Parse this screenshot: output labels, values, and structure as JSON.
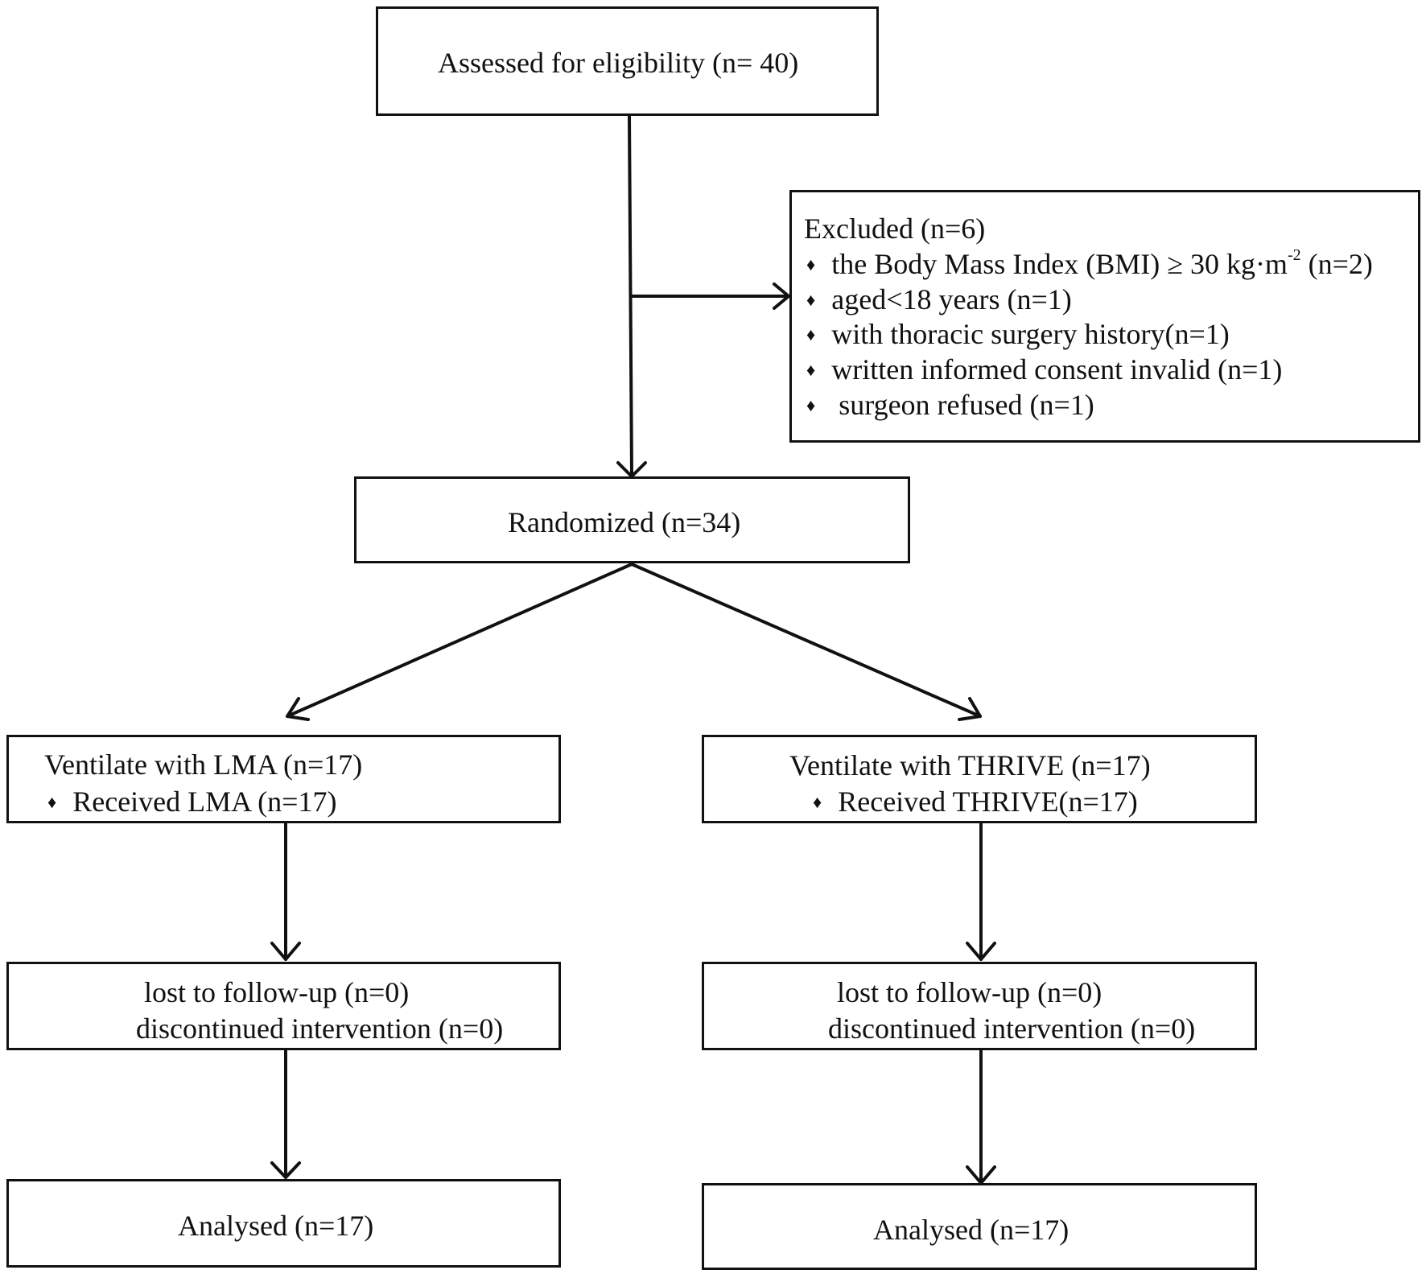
{
  "boxes": {
    "assessed": "Assessed for eligibility (n= 40)",
    "excluded": {
      "title": "Excluded  (n=6)",
      "bullet_symbol": "♦",
      "items": [
        {
          "before": "the Body Mass Index (BMI) ≥ 30 kg·m",
          "sup": "-2",
          "after": " (n=2)"
        },
        {
          "text": "aged<18 years (n=1)"
        },
        {
          "text": "with thoracic surgery history(n=1)"
        },
        {
          "text": "written informed consent invalid  (n=1)"
        },
        {
          "text": " surgeon refused (n=1)"
        }
      ]
    },
    "randomized": "Randomized (n=34)",
    "lma": {
      "title": "Ventilate with LMA (n=17)",
      "item": "Received LMA (n=17)",
      "followup_1": "lost to follow-up (n=0)",
      "followup_2": "discontinued intervention  (n=0)",
      "analysed": "Analysed  (n=17)"
    },
    "thrive": {
      "title": "Ventilate with THRIVE (n=17)",
      "item": "Received THRIVE(n=17)",
      "followup_1": "lost to follow-up  (n=0)",
      "followup_2": "discontinued intervention  (n=0)",
      "analysed": "Analysed  (n=17)"
    }
  }
}
